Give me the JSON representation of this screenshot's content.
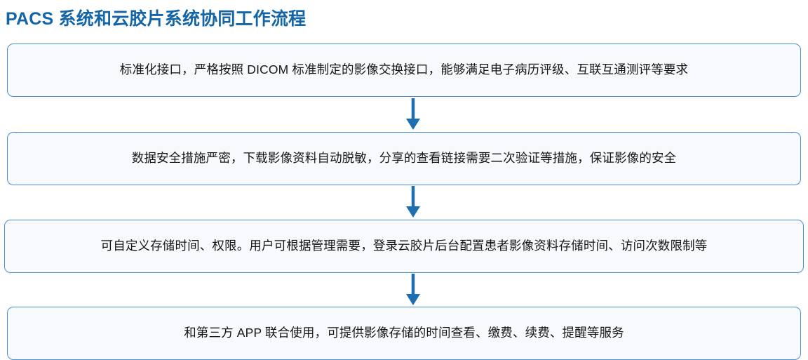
{
  "page": {
    "title": "PACS 系统和云胶片系统协同工作流程",
    "background_color": "#ffffff",
    "title_color": "#1365A8",
    "box_fill_color": "#F7F9FD",
    "box_border_color": "#4A8FCE",
    "arrow_color": "#1E6FB0",
    "text_color": "#161616"
  },
  "flow": {
    "type": "vertical-flowchart",
    "step_count": 4,
    "connector_count": 3,
    "steps": [
      {
        "index": 1,
        "text": "标准化接口，严格按照 DICOM 标准制定的影像交换接口，能够满足电子病历评级、互联互通测评等要求"
      },
      {
        "index": 2,
        "text": "数据安全措施严密，下载影像资料自动脱敏，分享的查看链接需要二次验证等措施，保证影像的安全"
      },
      {
        "index": 3,
        "text": "可自定义存储时间、权限。用户可根据管理需要，登录云胶片后台配置患者影像资料存储时间、访问次数限制等"
      },
      {
        "index": 4,
        "text": "和第三方 APP 联合使用，可提供影像存储的时间查看、缴费、续费、提醒等服务"
      }
    ],
    "connectors": [
      {
        "index": 1,
        "icon": "arrow-down-icon",
        "from_step": 1,
        "to_step": 2
      },
      {
        "index": 2,
        "icon": "arrow-down-icon",
        "from_step": 2,
        "to_step": 3
      },
      {
        "index": 3,
        "icon": "arrow-down-icon",
        "from_step": 3,
        "to_step": 4
      }
    ]
  }
}
